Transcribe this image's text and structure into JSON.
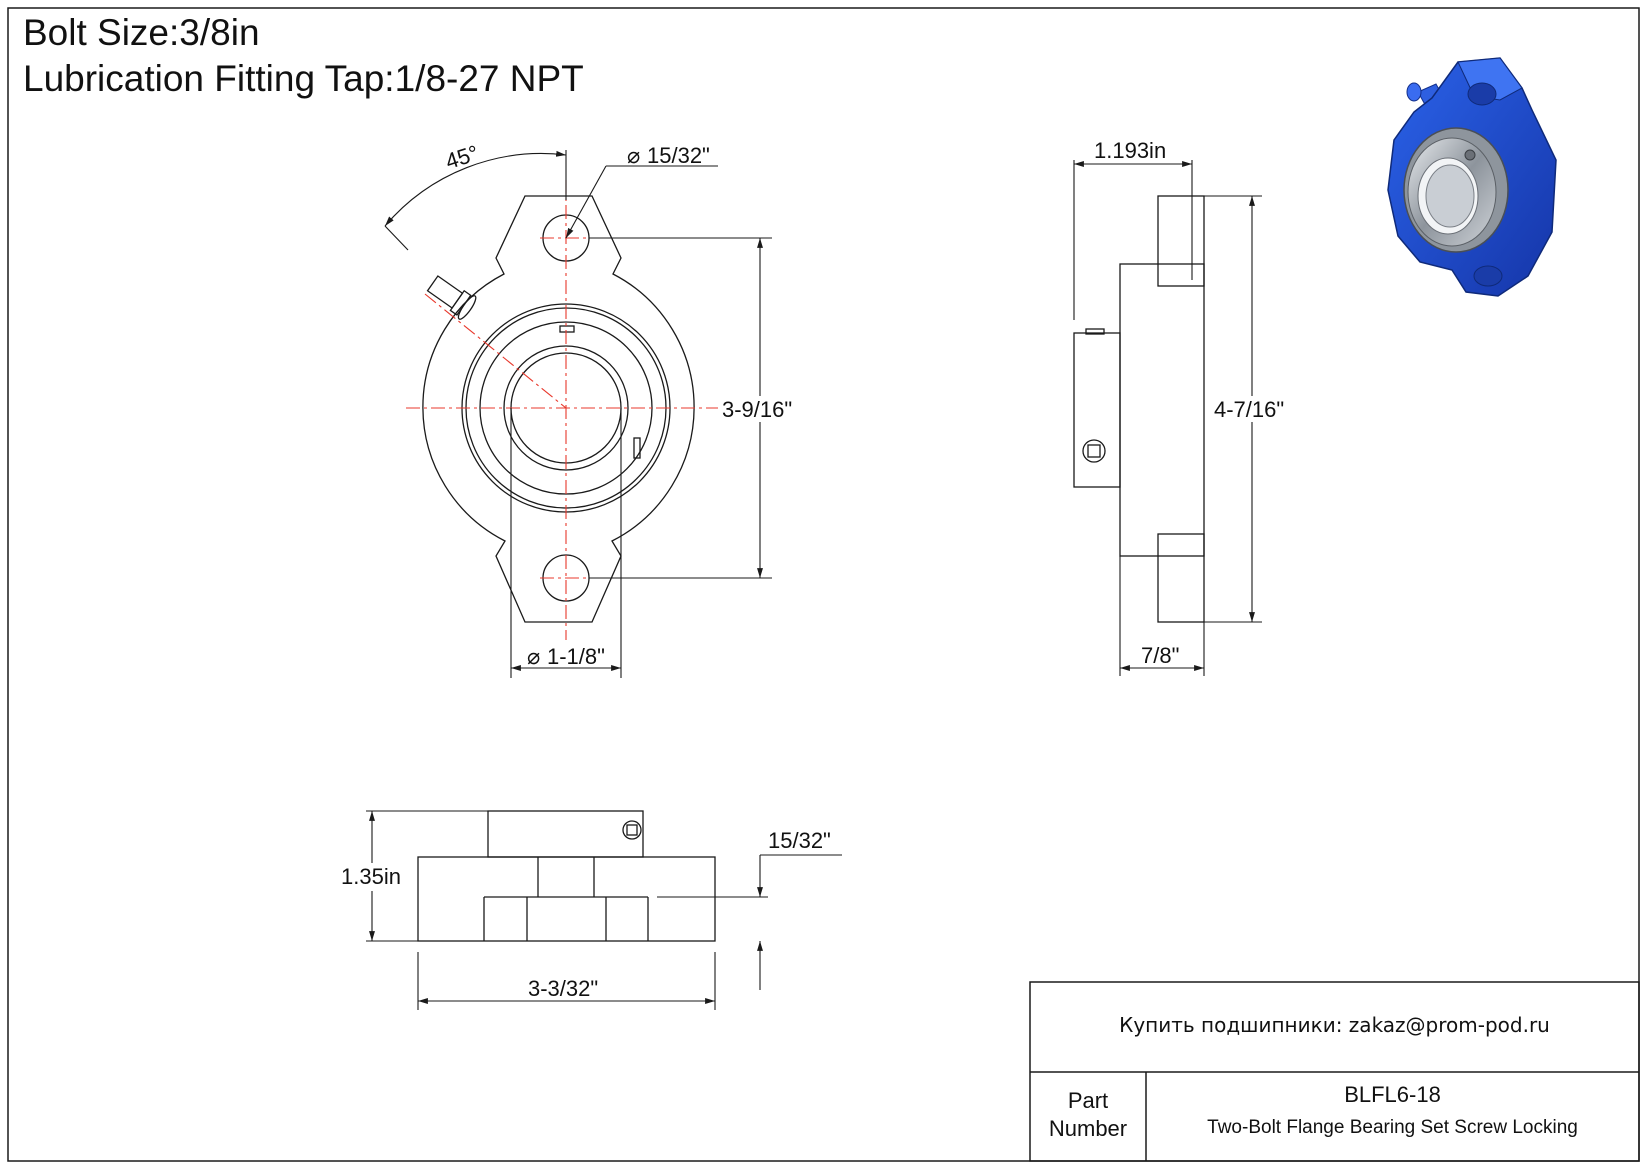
{
  "header": {
    "bolt_size": "Bolt Size:3/8in",
    "lubrication": "Lubrication Fitting Tap:1/8-27 NPT"
  },
  "dimensions": {
    "angle": "45°",
    "bolt_hole_dia": "15/32\"",
    "bore_dia": "1-1/8\"",
    "bolt_spacing": "3-9/16\"",
    "side_width": "1.193in",
    "overall_height": "4-7/16\"",
    "base_width": "7/8\"",
    "bottom_height": "1.35in",
    "flange_thickness": "15/32\"",
    "overall_width": "3-3/32\""
  },
  "title_block": {
    "contact": "Купить подшипники: zakaz@prom-pod.ru",
    "part_label_line1": "Part",
    "part_label_line2": "Number",
    "part_number": "BLFL6-18",
    "description": "Two-Bolt Flange Bearing Set Screw Locking"
  },
  "colors": {
    "line": "#1a1a1a",
    "centerline": "#e8382c",
    "housing_blue": "#1f4fd6",
    "bearing_steel": "#9aa0a8"
  }
}
